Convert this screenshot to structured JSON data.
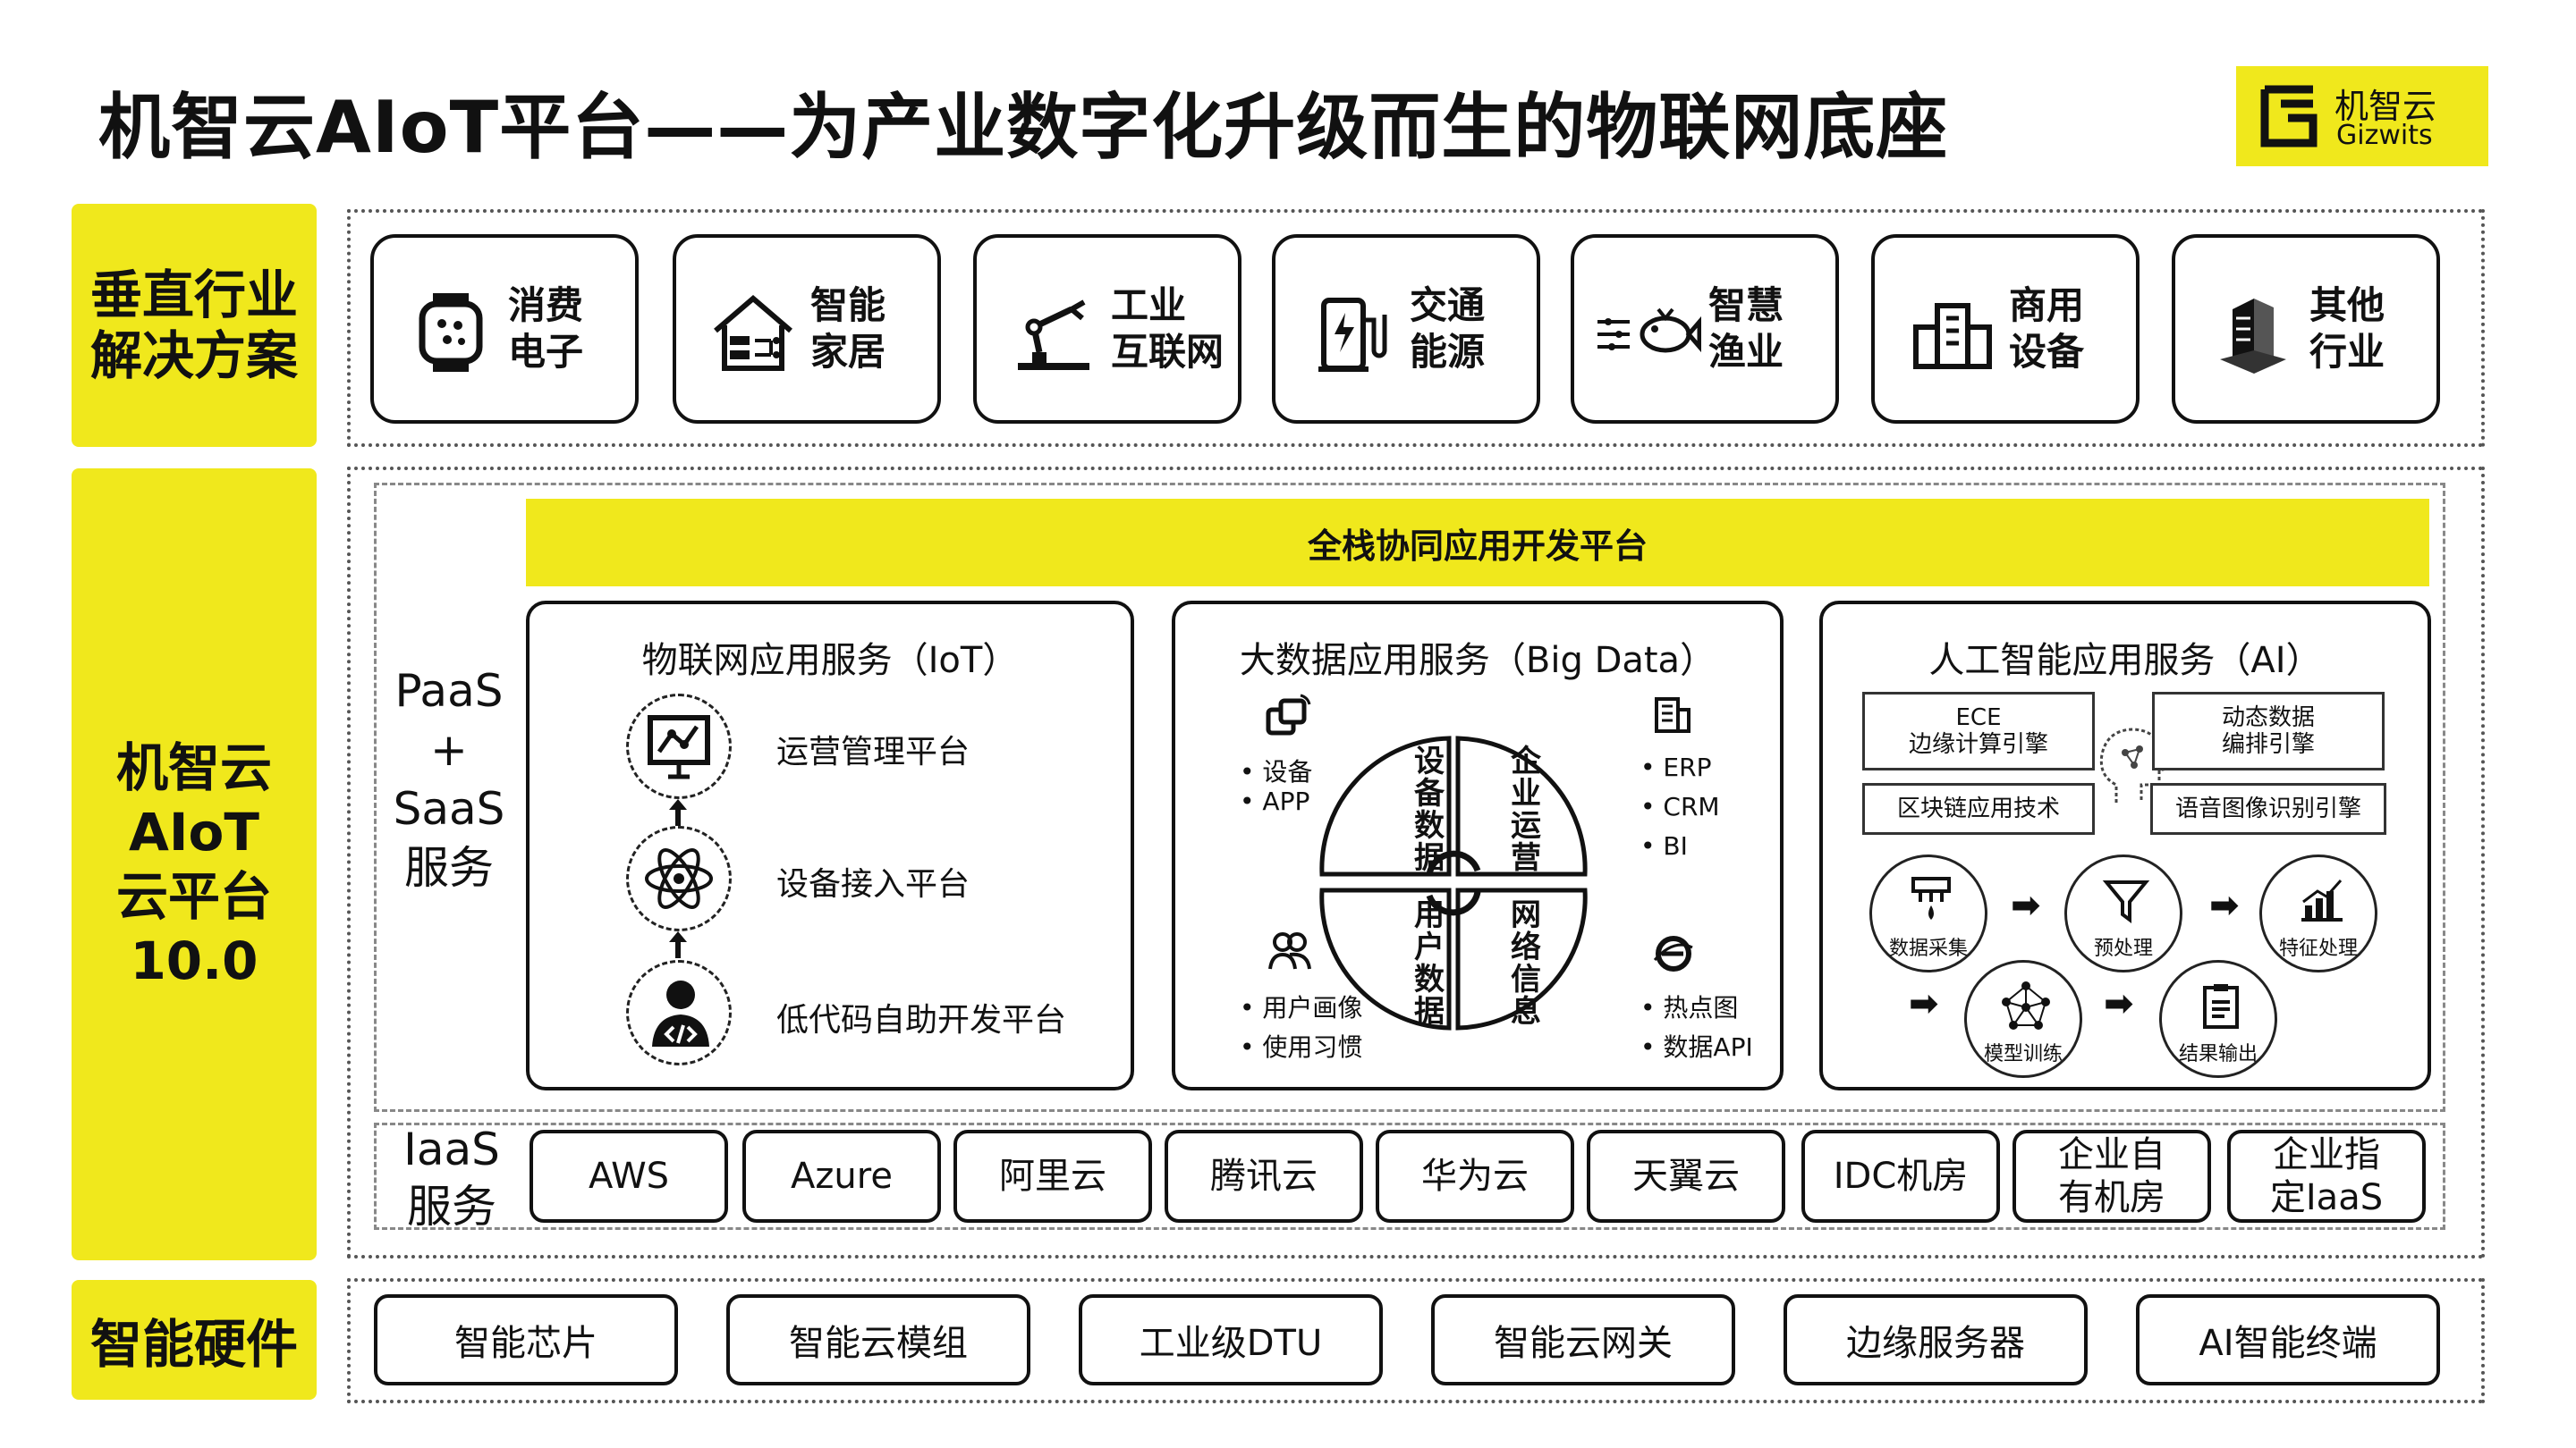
{
  "title": "机智云AIoT平台——为产业数字化升级而生的物联网底座",
  "logo": {
    "cn": "机智云",
    "en": "Gizwits"
  },
  "colors": {
    "accent_yellow": "#f0e81c",
    "line": "#111111"
  },
  "rows": {
    "vertical": "垂直行业\n解决方案",
    "platform": "机智云\nAIoT\n云平台\n10.0",
    "hardware": "智能硬件"
  },
  "industries": [
    {
      "label": "消费\n电子",
      "icon": "smartwatch-icon"
    },
    {
      "label": "智能\n家居",
      "icon": "smart-home-icon"
    },
    {
      "label": "工业\n互联网",
      "icon": "robot-arm-icon"
    },
    {
      "label": "交通\n能源",
      "icon": "charging-station-icon"
    },
    {
      "label": "智慧\n渔业",
      "icon": "fish-icon"
    },
    {
      "label": "商用\n设备",
      "icon": "building-icon"
    },
    {
      "label": "其他\n行业",
      "icon": "tower-icon"
    }
  ],
  "paas_label": "PaaS\n+\nSaaS\n服务",
  "banner": "全栈协同应用开发平台",
  "iot": {
    "title": "物联网应用服务（IoT）",
    "items": [
      {
        "label": "运营管理平台",
        "icon": "chart-board-icon"
      },
      {
        "label": "设备接入平台",
        "icon": "atom-icon"
      },
      {
        "label": "低代码自助开发平台",
        "icon": "developer-icon"
      }
    ]
  },
  "bigdata": {
    "title": "大数据应用服务（Big Data）",
    "quadrants": [
      "设\n备\n数\n据",
      "企\n业\n运\n营",
      "用\n户\n数\n据",
      "网\n络\n信\n息"
    ],
    "tl": [
      "设备",
      "APP"
    ],
    "tr": [
      "ERP",
      "CRM",
      "BI"
    ],
    "bl": [
      "用户画像",
      "使用习惯"
    ],
    "br": [
      "热点图",
      "数据API"
    ]
  },
  "ai": {
    "title": "人工智能应用服务（AI）",
    "boxes": [
      "ECE\n边缘计算引擎",
      "动态数据\n编排引擎",
      "区块链应用技术",
      "语音图像识别引擎"
    ],
    "steps": [
      "数据采集",
      "预处理",
      "特征处理",
      "模型训练",
      "结果输出"
    ]
  },
  "iaas": {
    "label": "IaaS\n服务",
    "items": [
      "AWS",
      "Azure",
      "阿里云",
      "腾讯云",
      "华为云",
      "天翼云",
      "IDC机房",
      "企业自\n有机房",
      "企业指\n定IaaS"
    ]
  },
  "hardware_items": [
    "智能芯片",
    "智能云模组",
    "工业级DTU",
    "智能云网关",
    "边缘服务器",
    "AI智能终端"
  ]
}
